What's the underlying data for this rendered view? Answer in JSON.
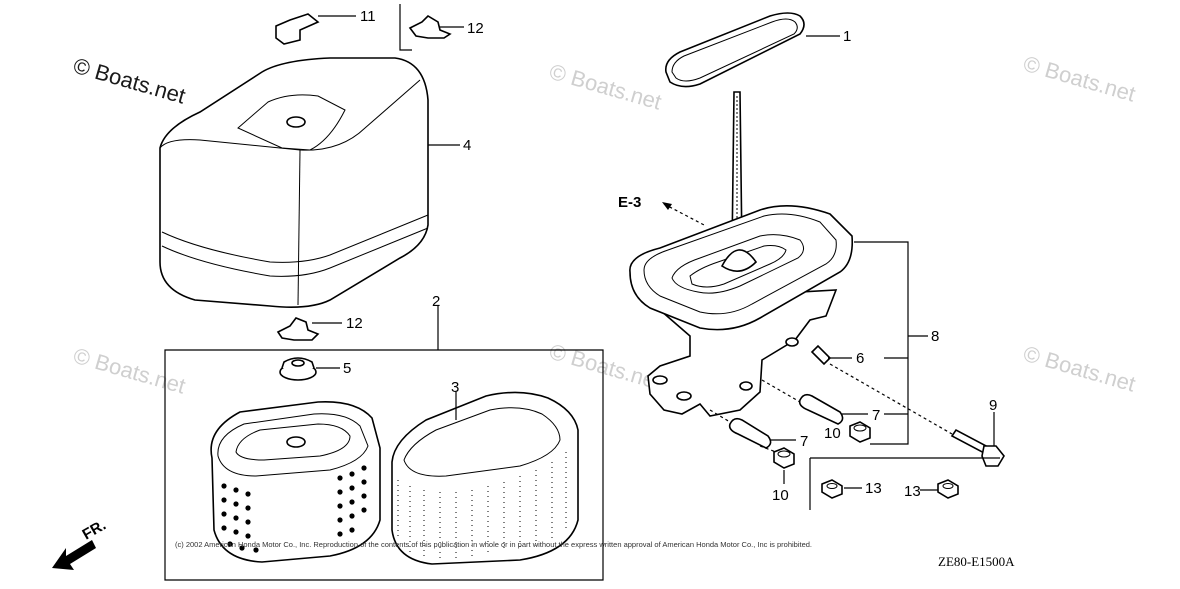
{
  "watermarks": {
    "main": "© Boats.net",
    "faint": "© Boats.net"
  },
  "callouts": {
    "p1": "1",
    "p2": "2",
    "p3": "3",
    "p4": "4",
    "p5": "5",
    "p6": "6",
    "p7a": "7",
    "p7b": "7",
    "p8": "8",
    "p9": "9",
    "p10a": "10",
    "p10b": "10",
    "p11": "11",
    "p12a": "12",
    "p12b": "12",
    "p13a": "13",
    "p13b": "13"
  },
  "reference": "E-3",
  "front_marker": "FR.",
  "copyright": "(c) 2002 American Honda Motor Co., Inc. Reproduction of the contents of this publication in whole or in part without the express written approval of American Honda Motor Co., Inc is prohibited.",
  "diagram_code": "ZE80-E1500A"
}
